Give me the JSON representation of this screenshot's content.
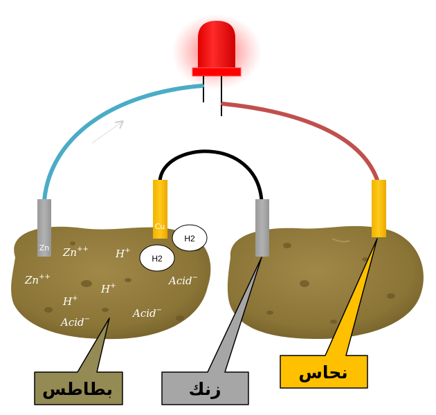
{
  "colors": {
    "potato": "#8f7a3c",
    "zinc": "#a6a6a6",
    "copper": "#ffc000",
    "wire_blue": "#4aacc6",
    "wire_red": "#c0504d",
    "wire_black": "#000000",
    "led": "#ff0000",
    "callout_potato": "#948a54",
    "callout_zinc": "#a6a6a6",
    "callout_copper": "#ffc000"
  },
  "electrodes": {
    "zinc_label": "Zn",
    "copper_label": "Cu"
  },
  "bubbles": [
    "H2",
    "H2"
  ],
  "ions": {
    "zn": {
      "base": "Zn",
      "charge": "++"
    },
    "h": {
      "base": "H",
      "charge": "+"
    },
    "acid": {
      "base": "Acid",
      "charge": "−"
    }
  },
  "callouts": {
    "potato": "بطاطس",
    "zinc": "زنك",
    "copper": "نحاس"
  }
}
